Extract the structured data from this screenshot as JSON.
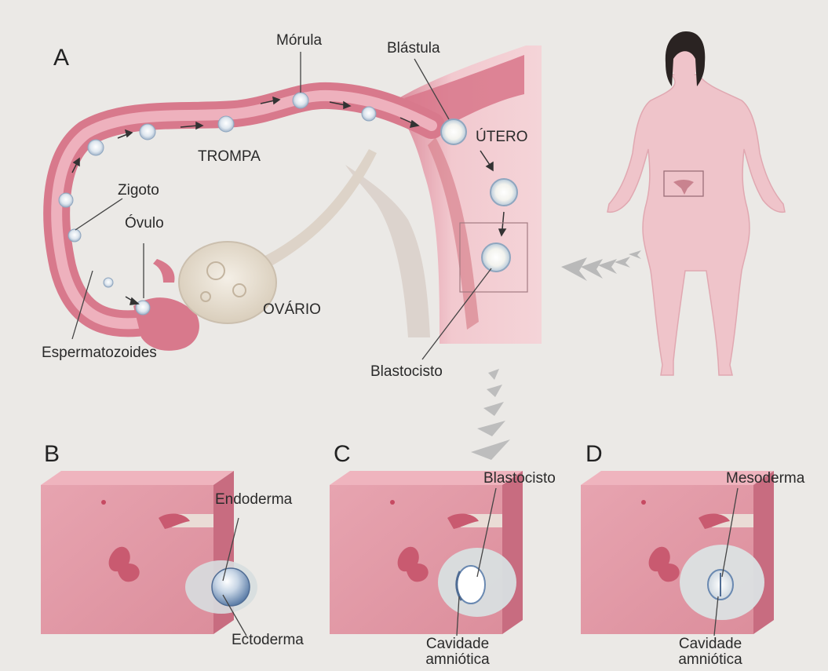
{
  "panel_a": {
    "letter": "A",
    "labels": {
      "morula": "Mórula",
      "blastula": "Blástula",
      "utero": "ÚTERO",
      "trompa": "TROMPA",
      "zigoto": "Zigoto",
      "ovulo": "Óvulo",
      "ovario": "OVÁRIO",
      "espermatozoides": "Espermatozoides",
      "blastocisto": "Blastocisto"
    }
  },
  "panel_b": {
    "letter": "B",
    "top_label": "Endoderma",
    "bottom_label": "Ectoderma"
  },
  "panel_c": {
    "letter": "C",
    "top_label": "Blastocisto",
    "bottom_label_line1": "Cavidade",
    "bottom_label_line2": "amniótica"
  },
  "panel_d": {
    "letter": "D",
    "top_label": "Mesoderma",
    "bottom_label_line1": "Cavidade",
    "bottom_label_line2": "amniótica"
  },
  "colors": {
    "tissue": "#d97a8c",
    "tissue_light": "#e9a3b0",
    "uterus_wall": "#f0c6cc",
    "ovary": "#e6dccd",
    "body_skin": "#efc7cc",
    "hair": "#2a2322",
    "cell": "#b9c9da",
    "arrow_gray": "#b8b8b8"
  }
}
